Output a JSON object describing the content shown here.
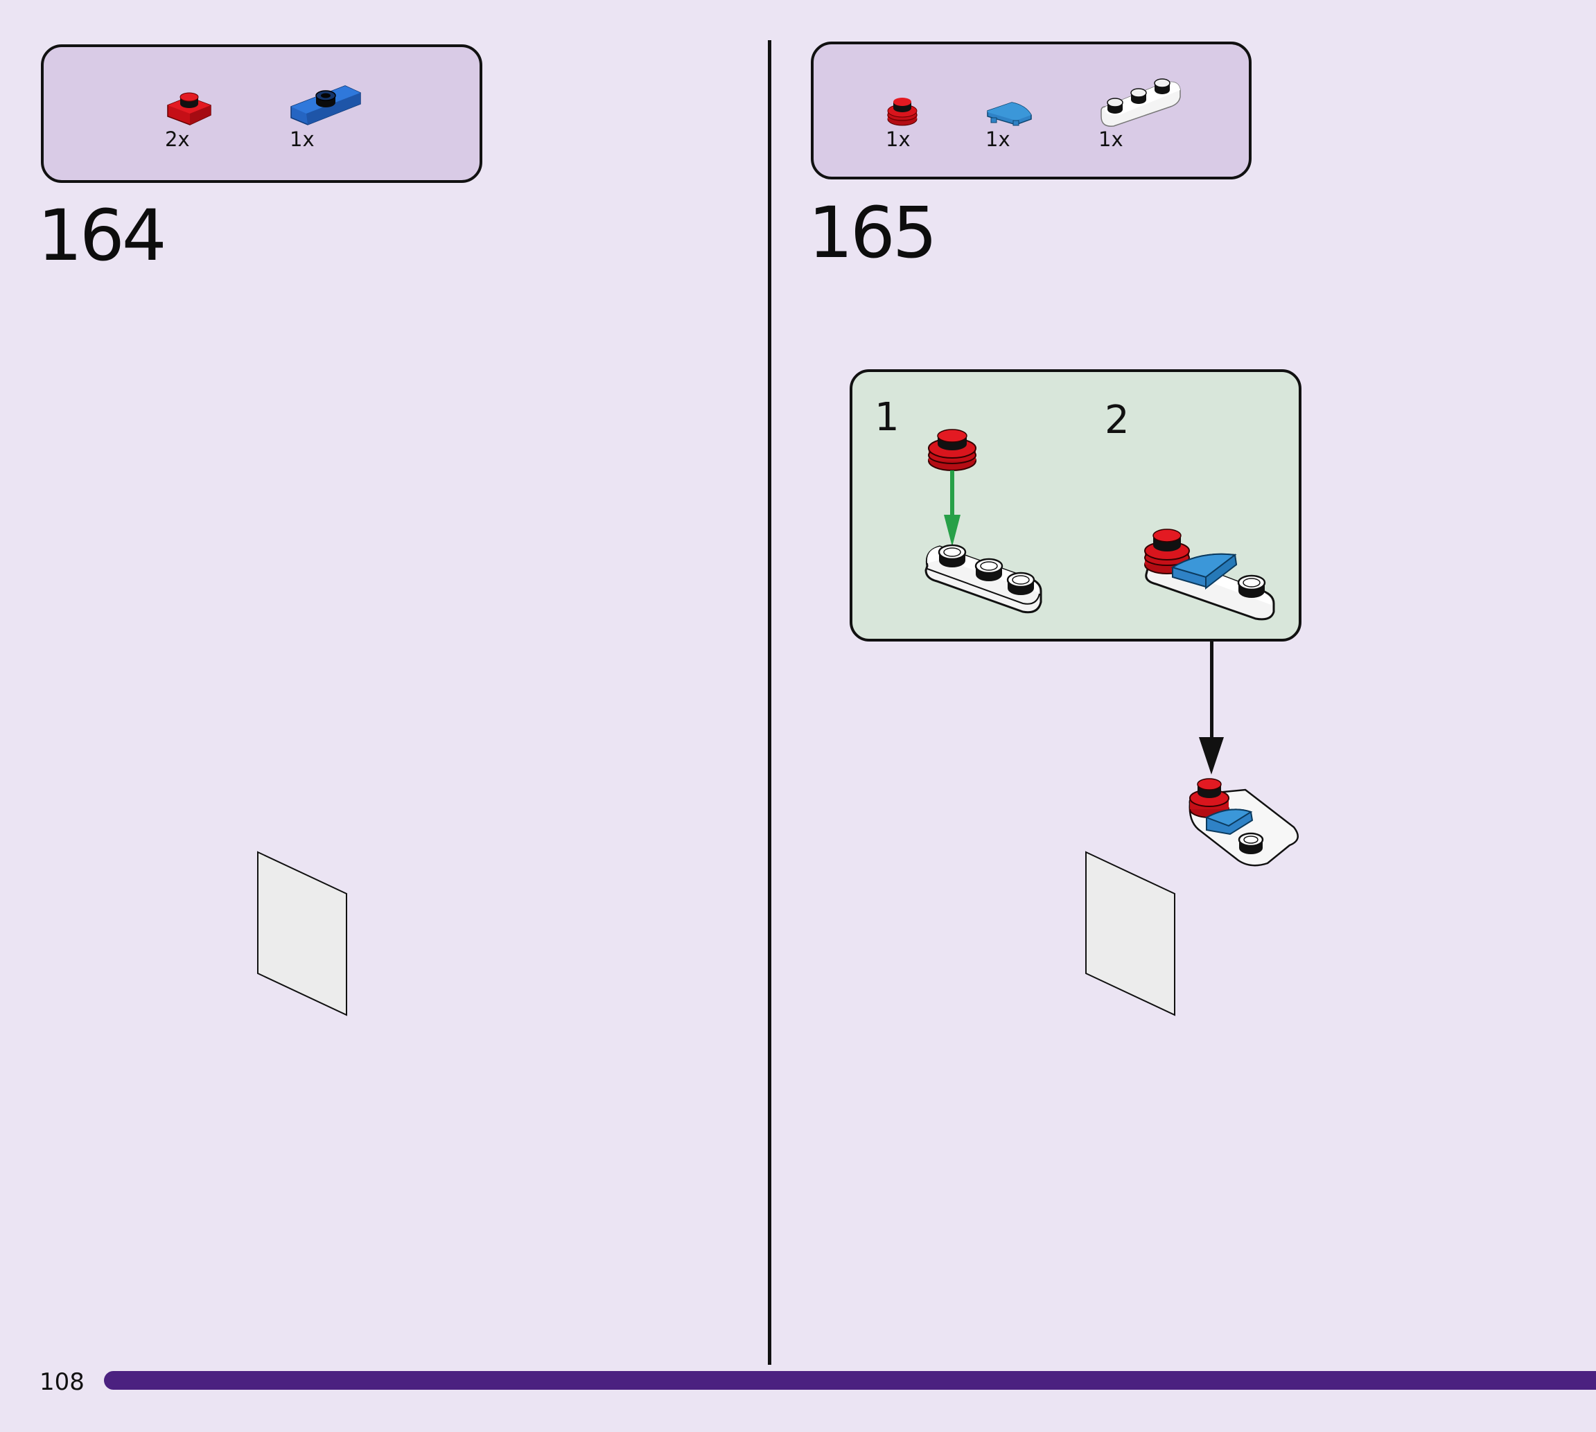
{
  "page": {
    "page_number": "108",
    "background_color": "#ebe4f3",
    "footer_bar_color": "#4b2180"
  },
  "steps": [
    {
      "number": "164",
      "parts": [
        {
          "name": "red-plate-1x1",
          "color": "#d2141c",
          "quantity": "2x"
        },
        {
          "name": "blue-jumper-plate-1x2",
          "color": "#2a6bc9",
          "quantity": "1x"
        }
      ]
    },
    {
      "number": "165",
      "parts": [
        {
          "name": "red-round-plate-1x1",
          "color": "#d2141c",
          "quantity": "1x"
        },
        {
          "name": "blue-quarter-round-tile-1x1",
          "color": "#3b8fd0",
          "quantity": "1x"
        },
        {
          "name": "white-plate-1x3-rounded",
          "color": "#ffffff",
          "quantity": "1x"
        }
      ],
      "sub_steps": [
        {
          "number": "1",
          "arrow_color": "#27a048"
        },
        {
          "number": "2"
        }
      ],
      "callout_arrow_color": "#111111"
    }
  ],
  "colors": {
    "parts_box_fill": "#d9cbe6",
    "sub_panel_fill": "#d8e6da",
    "brick_red": "#d2141c",
    "brick_blue": "#2a6bc9",
    "tile_light_blue": "#3b8fd0",
    "panel_pink": "#f7b7e6",
    "dark_gray": "#3a3a3a",
    "light_gray": "#a5a5a5"
  }
}
